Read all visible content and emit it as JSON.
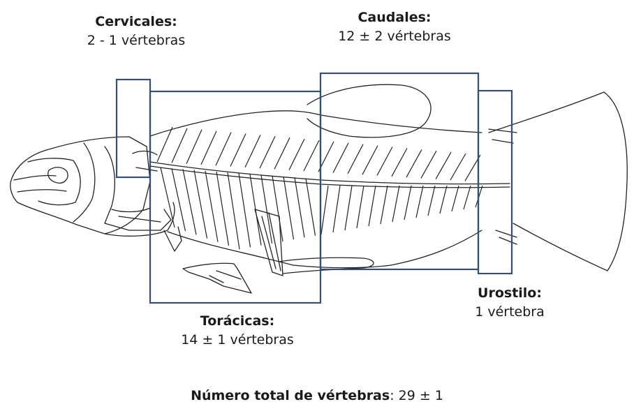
{
  "regions": {
    "cervicales": {
      "title": "Cervicales:",
      "count": "2 - 1 vértebras"
    },
    "caudales": {
      "title": "Caudales:",
      "count": "12 ± 2 vértebras"
    },
    "toracicas": {
      "title": "Torácicas:",
      "count": "14 ± 1 vértebras"
    },
    "urostilo": {
      "title": "Urostilo:",
      "count": "1 vértebra"
    }
  },
  "footer": {
    "label": "Número total de vértebras",
    "value": ": 29 ± 1"
  },
  "colors": {
    "box_stroke": "#2f4f7f",
    "drawing": "#222222",
    "background": "#ffffff"
  }
}
